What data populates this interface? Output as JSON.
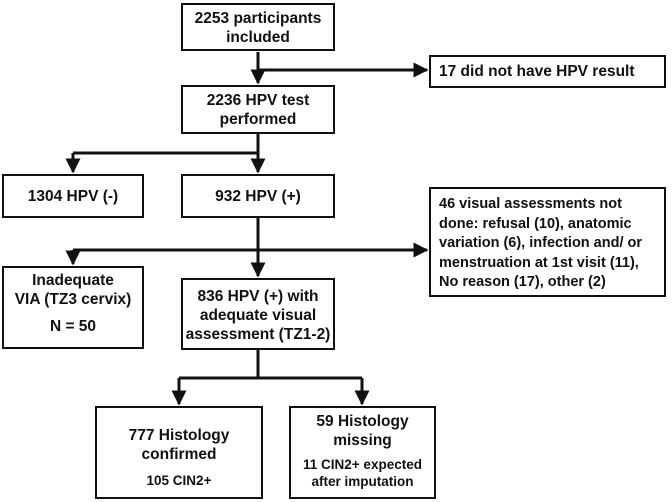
{
  "boxes": {
    "participants": [
      "2253 participants",
      "included"
    ],
    "no_hpv": [
      "17 did not have HPV result"
    ],
    "hpv_test": [
      "2236 HPV test",
      "performed"
    ],
    "hpv_neg": [
      "1304 HPV (-)"
    ],
    "hpv_pos": [
      "932 HPV (+)"
    ],
    "not_done": [
      "46 visual assessments not",
      "done:  refusal (10), anatomic",
      "variation (6), infection and/ or",
      "menstruation at 1st visit (11),",
      "No reason (17), other (2)"
    ],
    "inadequate": [
      "Inadequate",
      "VIA (TZ3 cervix)",
      "N = 50"
    ],
    "adequate": [
      "836 HPV (+) with",
      "adequate visual",
      "assessment (TZ1-2)"
    ],
    "confirmed": [
      "777 Histology",
      "confirmed",
      "105 CIN2+"
    ],
    "missing": [
      "59 Histology",
      "missing",
      "11 CIN2+ expected",
      "after imputation"
    ]
  }
}
